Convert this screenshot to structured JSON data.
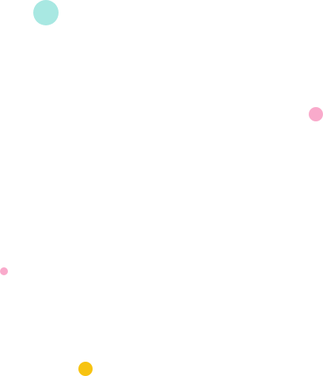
{
  "decorations": {
    "dots": [
      {
        "id": "dot-teal",
        "icon": "teal-circle-icon",
        "color": "#a8e8e2"
      },
      {
        "id": "dot-pink-l",
        "icon": "pink-circle-icon",
        "color": "#f9aacb"
      },
      {
        "id": "dot-pink-s",
        "icon": "pink-circle-icon",
        "color": "#f9aacb"
      },
      {
        "id": "dot-yellow",
        "icon": "yellow-circle-icon",
        "color": "#f7c311"
      }
    ]
  }
}
